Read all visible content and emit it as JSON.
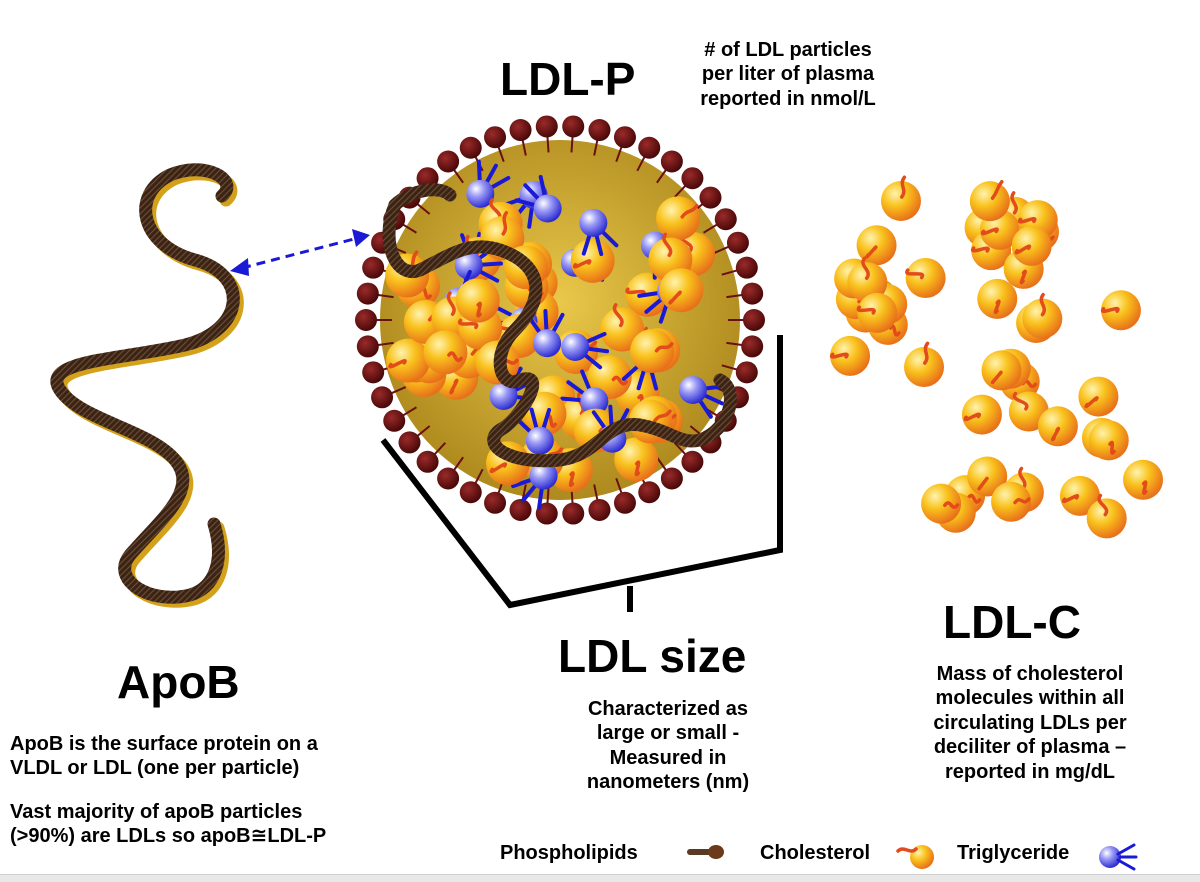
{
  "headings": {
    "ldl_p": "LDL-P",
    "apob": "ApoB",
    "ldl_size": "LDL size",
    "ldl_c": "LDL-C"
  },
  "notes": {
    "ldl_p": [
      "# of LDL particles",
      "per liter of plasma",
      "reported in nmol/L"
    ],
    "apob_1": [
      "ApoB is the surface protein on a",
      "VLDL or LDL (one per particle)"
    ],
    "apob_2": [
      "Vast majority of apoB particles",
      "(>90%) are LDLs so apoB≅LDL-P"
    ],
    "ldl_size": [
      "Characterized as",
      "large or small -",
      "Measured in",
      "nanometers (nm)"
    ],
    "ldl_c": [
      "Mass of cholesterol",
      "molecules within all",
      "circulating LDLs per",
      "deciliter of plasma –",
      "reported in mg/dL"
    ]
  },
  "legend": {
    "phospholipids": "Phospholipids",
    "cholesterol": "Cholesterol",
    "triglyceride": "Triglyceride"
  },
  "colors": {
    "phospholipid_head": "#5a0c0c",
    "cholesterol_core": "#f7b21a",
    "cholesterol_tail": "#e24b1b",
    "triglyceride_sphere": "#4848e0",
    "triglyceride_tail": "#1a1ad6",
    "apob_chain": "#3a2415",
    "apob_shadow": "#d4a21a",
    "particle_core": "#c9a22a"
  },
  "icons": [
    "phospholipid-icon",
    "cholesterol-icon",
    "triglyceride-icon",
    "double-arrow-icon",
    "size-bracket-icon"
  ]
}
